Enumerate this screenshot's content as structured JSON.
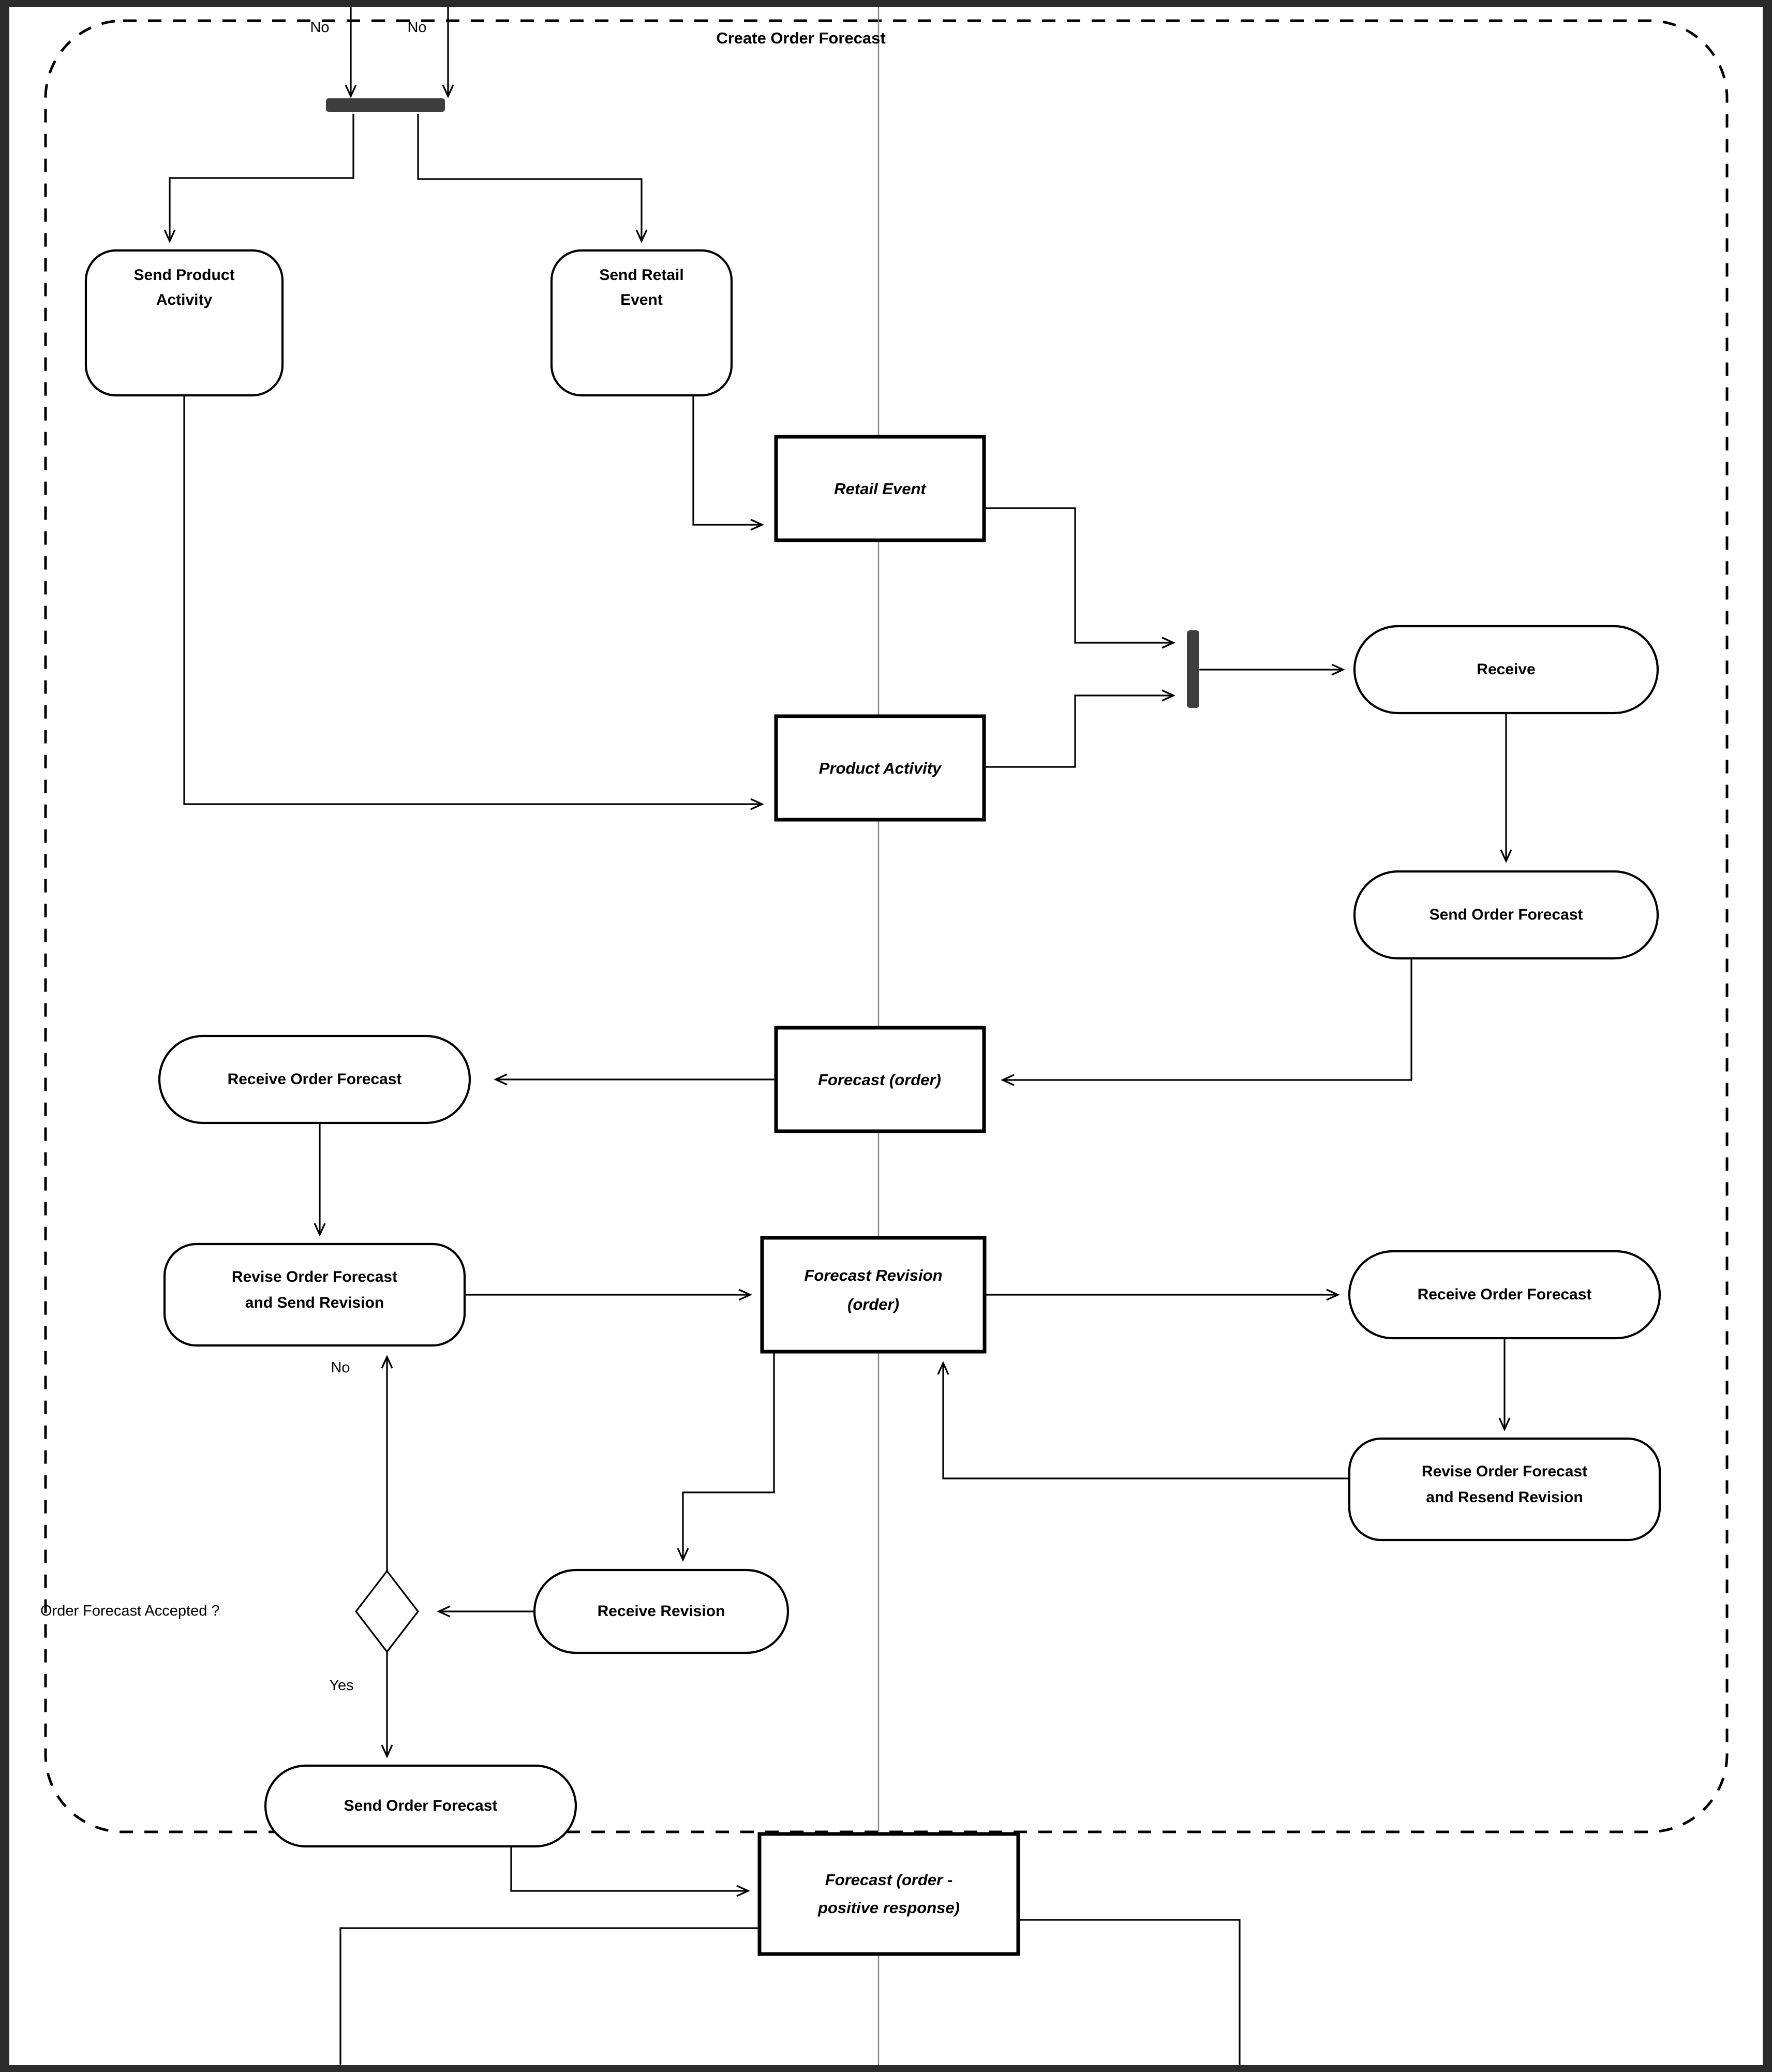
{
  "diagram": {
    "title": "Create Order Forecast",
    "type": "uml-activity-diagram",
    "frame": {
      "outer_border_color": "#2b2b2b",
      "canvas_color": "#ffffff",
      "partition_boundary_style": "dashed-rounded",
      "swimlane_divider": "vertical-line"
    },
    "colors": {
      "stroke": "#000000",
      "fork_bar": "#3d3d3d",
      "background": "#ffffff",
      "frame": "#2b2b2b"
    }
  },
  "nodes": {
    "fork_top": {
      "kind": "join-bar-horizontal"
    },
    "send_product_activity": {
      "label": "Send Product\nActivity",
      "kind": "action"
    },
    "send_retail_event": {
      "label": "Send Retail\nEvent",
      "kind": "action"
    },
    "retail_event_object": {
      "label": "Retail Event",
      "kind": "object"
    },
    "product_activity_object": {
      "label": "Product Activity",
      "kind": "object"
    },
    "join_vertical": {
      "kind": "join-bar-vertical"
    },
    "receive": {
      "label": "Receive",
      "kind": "action"
    },
    "send_order_forecast_right": {
      "label": "Send Order Forecast",
      "kind": "action"
    },
    "forecast_order_object": {
      "label": "Forecast (order)",
      "kind": "object"
    },
    "receive_order_forecast_left": {
      "label": "Receive Order Forecast",
      "kind": "action"
    },
    "revise_and_send_revision": {
      "label": "Revise Order Forecast\nand Send Revision",
      "kind": "action"
    },
    "forecast_revision_object": {
      "label": "Forecast Revision\n(order)",
      "kind": "object"
    },
    "receive_order_forecast_right": {
      "label": "Receive Order Forecast",
      "kind": "action"
    },
    "revise_and_resend_revision": {
      "label": "Revise Order Forecast\nand Resend Revision",
      "kind": "action"
    },
    "decision_accepted": {
      "kind": "decision"
    },
    "receive_revision": {
      "label": "Receive Revision",
      "kind": "action"
    },
    "send_order_forecast_bottom": {
      "label": "Send Order Forecast",
      "kind": "action"
    },
    "forecast_positive_object": {
      "label": "Forecast (order -\npositive response)",
      "kind": "object"
    }
  },
  "labels": {
    "decision_question": "Order Forecast Accepted ?",
    "guard_no_top_left": "No",
    "guard_no_top_right": "No",
    "guard_no_loop": "No",
    "guard_yes": "Yes"
  },
  "node_text": {
    "send_product_activity_l1": "Send Product",
    "send_product_activity_l2": "Activity",
    "send_retail_event_l1": "Send Retail",
    "send_retail_event_l2": "Event",
    "retail_event": "Retail Event",
    "product_activity": "Product Activity",
    "receive": "Receive",
    "send_order_forecast_right": "Send Order Forecast",
    "forecast_order": "Forecast (order)",
    "receive_order_forecast_left": "Receive Order Forecast",
    "revise_send_l1": "Revise Order Forecast",
    "revise_send_l2": "and Send Revision",
    "forecast_revision_l1": "Forecast Revision",
    "forecast_revision_l2": "(order)",
    "receive_order_forecast_right": "Receive Order Forecast",
    "revise_resend_l1": "Revise Order Forecast",
    "revise_resend_l2": "and Resend Revision",
    "receive_revision": "Receive Revision",
    "send_order_forecast_bottom": "Send Order Forecast",
    "forecast_positive_l1": "Forecast (order -",
    "forecast_positive_l2": "positive response)"
  }
}
